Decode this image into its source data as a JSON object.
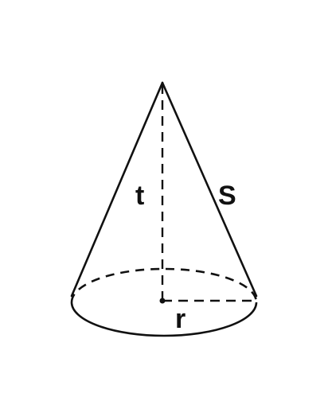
{
  "diagram": {
    "labels": {
      "height": "t",
      "slant": "S",
      "radius": "r"
    },
    "colors": {
      "stroke": "#111111",
      "background": "#ffffff"
    }
  }
}
